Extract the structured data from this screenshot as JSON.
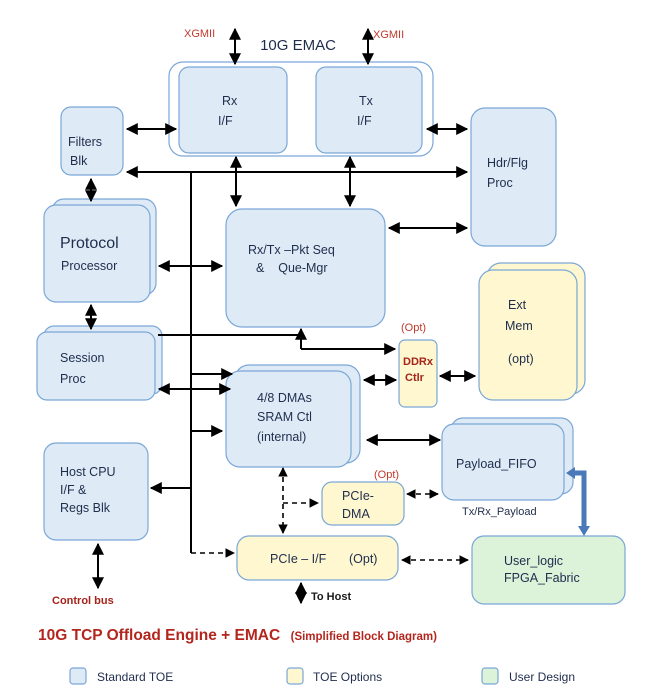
{
  "interfaces": {
    "xgmii_left": "XGMII",
    "xgmii_right": "XGMII"
  },
  "blocks": {
    "emac_title": "10G EMAC",
    "rx_if": [
      "Rx",
      "I/F"
    ],
    "tx_if": [
      "Tx",
      "I/F"
    ],
    "filters": [
      "Filters",
      "Blk"
    ],
    "hdr_flg": [
      "Hdr/Flg",
      "Proc"
    ],
    "protocol": [
      "Protocol",
      "Processor"
    ],
    "pkt_seq": [
      "Rx/Tx –Pkt Seq",
      "&    Que-Mgr"
    ],
    "session": [
      "Session",
      "Proc"
    ],
    "dmas": [
      "4/8 DMAs",
      "SRAM Ctl",
      "(internal)"
    ],
    "ext_mem": [
      "Ext",
      "Mem",
      "(opt)"
    ],
    "ddrx_opt": "(Opt)",
    "ddrx": [
      "DDRx",
      "Ctlr"
    ],
    "payload_fifo": "Payload_FIFO",
    "payload_opt": "(Opt)",
    "payload_bus": "Tx/Rx_Payload",
    "pcie_dma": [
      "PCIe-",
      "DMA"
    ],
    "host_cpu": [
      "Host CPU",
      "I/F  &",
      "Regs Blk"
    ],
    "pcie_if": [
      "PCIe – I/F",
      "(Opt)"
    ],
    "user_logic": [
      "User_logic",
      "FPGA_Fabric"
    ],
    "control_bus": "Control bus",
    "to_host": "To Host"
  },
  "title": {
    "main": "10G TCP Offload Engine + EMAC",
    "sub": "(Simplified Block Diagram)"
  },
  "legend": [
    {
      "label": "Standard TOE",
      "color": "#deebf7"
    },
    {
      "label": "TOE Options",
      "color": "#fef7d0"
    },
    {
      "label": "User Design",
      "color": "#dcf2d9"
    }
  ],
  "colors": {
    "standard": "#deebf7",
    "options": "#fef7d0",
    "user": "#dcf2d9",
    "border": "#7aa7d6",
    "title_red": "#b3261e",
    "payload_arrow": "#4a79b8"
  }
}
